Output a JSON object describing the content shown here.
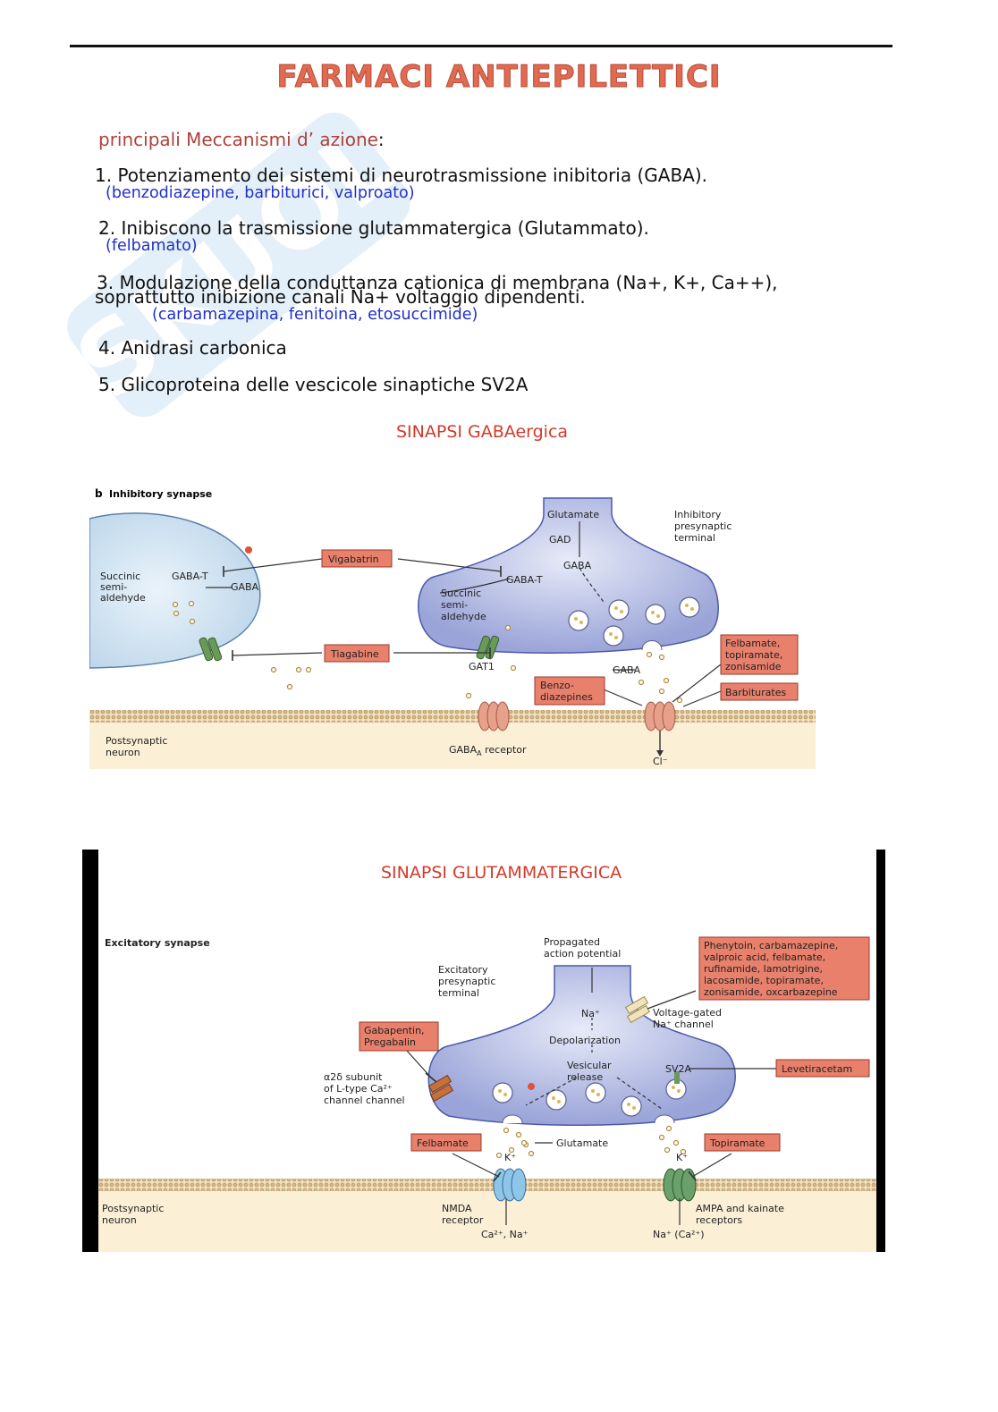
{
  "page": {
    "title": "FARMACI ANTIEPILETTICI",
    "subheading": "principali Meccanismi d’ azione",
    "subheading_colon": ":"
  },
  "mechanisms": [
    {
      "text": "1. Potenziamento dei sistemi di neurotrasmissione inibitoria (GABA).",
      "drugs": "(benzodiazepine, barbiturici, valproato)"
    },
    {
      "text": "2. Inibiscono la trasmissione glutammatergica (Glutammato).",
      "drugs": "(felbamato)"
    },
    {
      "text": "3. Modulazione della conduttanza cationica di membrana (Na+, K+, Ca++),",
      "text2": "soprattutto inibizione canali Na+ voltaggio dipendenti.",
      "drugs": "(carbamazepina, fenitoina, etosuccimide)"
    },
    {
      "text": "4. Anidrasi carbonica"
    },
    {
      "text": "5. Glicoproteina delle vescicole sinaptiche SV2A"
    }
  ],
  "gaba_figure": {
    "section_title": "SINAPSI GABAergica",
    "panel_label": "b",
    "panel_title": "Inhibitory synapse",
    "glia_labels": {
      "succinic": [
        "Succinic",
        "semi-",
        "aldehyde"
      ],
      "gabat": "GABA-T",
      "gaba": "GABA"
    },
    "terminal_labels": {
      "glutamate": "Glutamate",
      "gad": "GAD",
      "gaba": "GABA",
      "gabat": "GABA-T",
      "succinic": [
        "Succinic",
        "semi-",
        "aldehyde"
      ],
      "inhibitory": [
        "Inhibitory",
        "presynaptic",
        "terminal"
      ],
      "gat1": "GAT1",
      "gaba_release": "GABA"
    },
    "drugs": {
      "vigabatrin": "Vigabatrin",
      "tiagabine": "Tiagabine",
      "benzo": [
        "Benzo-",
        "diazepines"
      ],
      "felbamate": [
        "Felbamate,",
        "topiramate,",
        "zonisamide"
      ],
      "barbiturates": "Barbiturates"
    },
    "postsynaptic": [
      "Postsynaptic",
      "neuron"
    ],
    "receptor": "GABA",
    "receptor_sub": "A",
    "receptor_suffix": " receptor",
    "chloride": "Cl⁻"
  },
  "glu_figure": {
    "section_title": "SINAPSI GLUTAMMATERGICA",
    "panel_title": "Excitatory synapse",
    "propagated": [
      "Propagated",
      "action potential"
    ],
    "terminal": [
      "Excitatory",
      "presynaptic",
      "terminal"
    ],
    "na": "Na⁺",
    "depolarization": "Depolarization",
    "vesicular": [
      "Vesicular",
      "release"
    ],
    "sv2a": "SV2A",
    "glutamate": "Glutamate",
    "alpha_subunit": [
      "α2δ subunit",
      "of L-type Ca²⁺",
      "channel channel"
    ],
    "vg_channel": [
      "Voltage-gated",
      "Na⁺ channel"
    ],
    "drugs": {
      "phenytoin": [
        "Phenytoin, carbamazepine,",
        "valproic acid, felbamate,",
        "rufinamide, lamotrigine,",
        "lacosamide, topiramate,",
        "zonisamide, oxcarbazepine"
      ],
      "gabapentin": [
        "Gabapentin,",
        "Pregabalin"
      ],
      "levetiracetam": "Levetiracetam",
      "felbamate": "Felbamate",
      "topiramate": "Topiramate"
    },
    "k1": "K⁺",
    "k2": "K⁺",
    "postsynaptic": [
      "Postsynaptic",
      "neuron"
    ],
    "nmda": [
      "NMDA",
      "receptor"
    ],
    "ampa": [
      "AMPA and kainate",
      "receptors"
    ],
    "ions_nmda": "Ca²⁺, Na⁺",
    "ions_ampa": "Na⁺ (Ca²⁺)"
  },
  "colors": {
    "title": "#e06a52",
    "drug_blue": "#2030c8",
    "section_red": "#d23a2a",
    "drug_box": "#e8806c",
    "cell": "#9aa4d8",
    "membrane": "#f3d9a8"
  }
}
